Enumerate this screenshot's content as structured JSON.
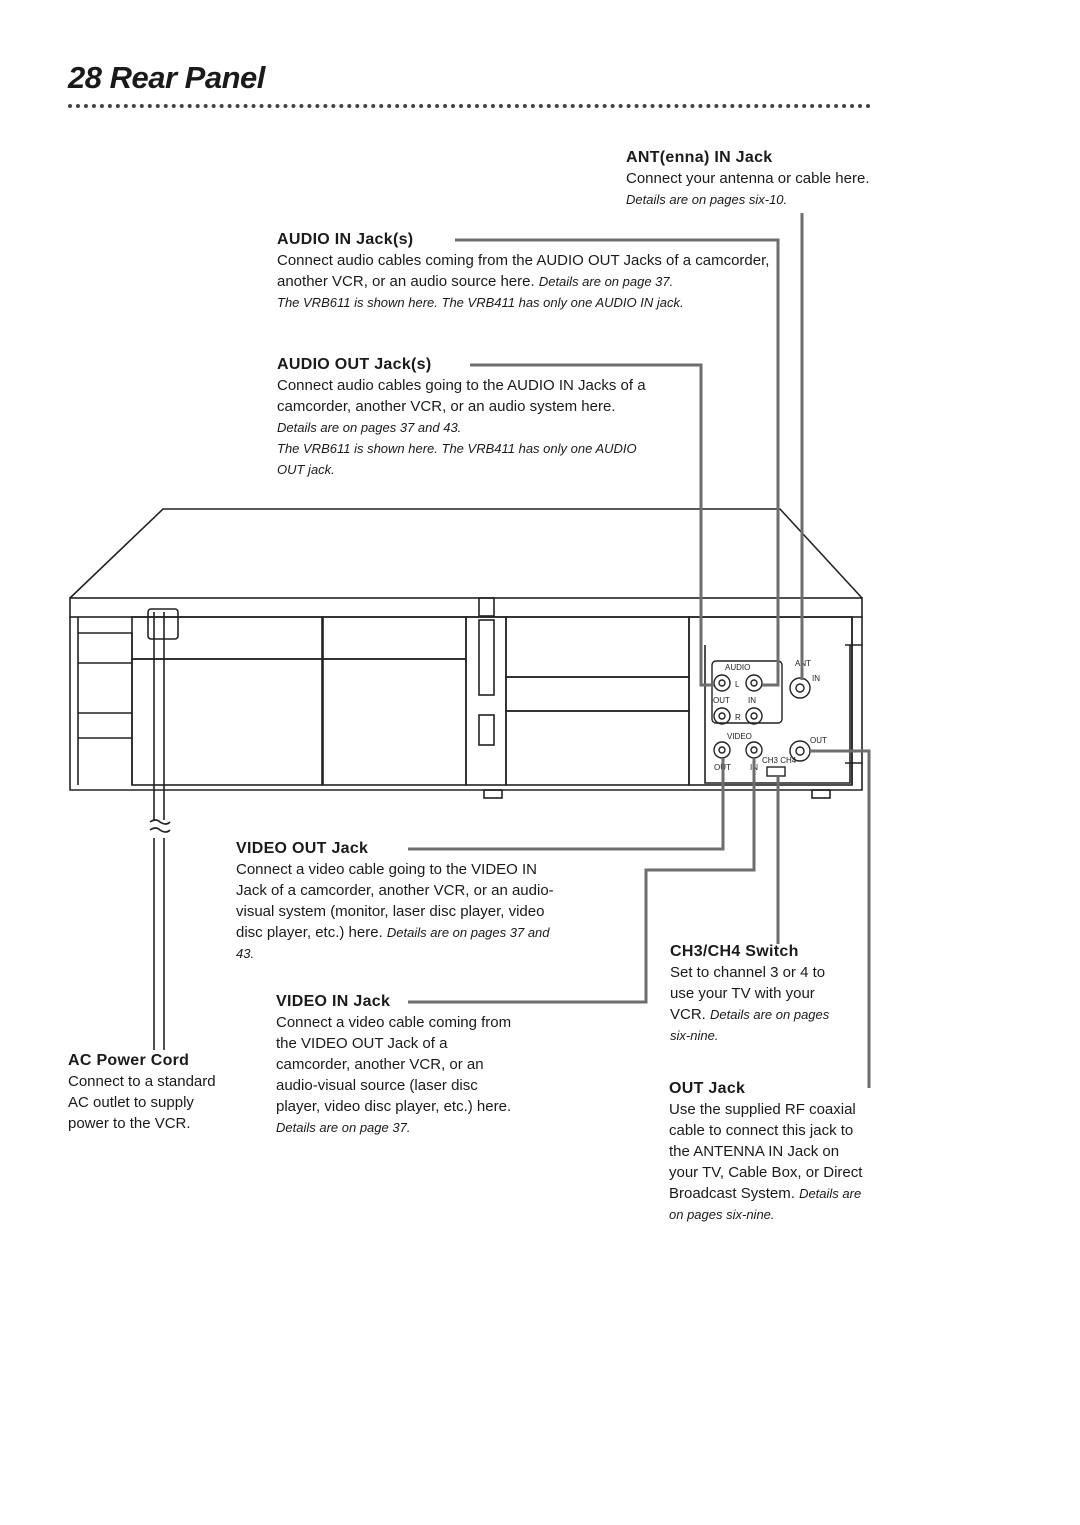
{
  "page": {
    "number": "28",
    "title": "Rear Panel"
  },
  "sections": {
    "antenna_in": {
      "heading": "ANT(enna) IN Jack",
      "body": "Connect your antenna or cable here.",
      "details": "Details are on pages six-10."
    },
    "audio_in": {
      "heading": "AUDIO IN Jack(s)",
      "body": "Connect audio cables coming from the AUDIO OUT Jacks of a camcorder, another VCR, or an audio source here.",
      "details": "Details are on page 37.",
      "note": "The VRB611 is shown here. The VRB411 has only one AUDIO IN jack."
    },
    "audio_out": {
      "heading": "AUDIO OUT Jack(s)",
      "body": "Connect audio cables going to the AUDIO IN Jacks of a camcorder, another VCR, or an audio system here.",
      "details": "Details are on pages 37 and 43.",
      "note": "The VRB611 is shown here. The VRB411 has only one AUDIO OUT jack."
    },
    "video_out": {
      "heading": "VIDEO OUT Jack",
      "body": "Connect a video cable going to the VIDEO IN Jack of a camcorder, another VCR, or an audio-visual system (monitor, laser disc player, video disc player, etc.) here.",
      "details": "Details are on pages 37 and 43."
    },
    "video_in": {
      "heading": "VIDEO IN Jack",
      "body": "Connect a video cable coming from the VIDEO OUT Jack of a camcorder, another VCR, or an audio-visual source (laser disc player, video disc player, etc.) here.",
      "details": "Details are on page 37."
    },
    "ac_power": {
      "heading": "AC Power Cord",
      "body": "Connect to a standard AC outlet to supply power to the VCR."
    },
    "ch3_ch4": {
      "heading": "CH3/CH4 Switch",
      "body": "Set to channel 3 or 4 to use your TV with your VCR.",
      "details": "Details are on pages six-nine."
    },
    "out_jack": {
      "heading": "OUT Jack",
      "body": "Use the supplied RF coaxial cable to connect this jack to the ANTENNA IN Jack on your TV, Cable Box, or Direct Broadcast System.",
      "details": "Details are on pages six-nine."
    }
  },
  "panel_labels": {
    "audio": "AUDIO",
    "l": "L",
    "r": "R",
    "out": "OUT",
    "in": "IN",
    "video": "VIDEO",
    "video_out": "OUT",
    "video_in": "IN",
    "ant": "ANT",
    "ant_in": "IN",
    "rf_out": "OUT",
    "ch3ch4": "CH3 CH4"
  },
  "colors": {
    "ink": "#1a1a1a",
    "leader": "#6e6e6e"
  }
}
